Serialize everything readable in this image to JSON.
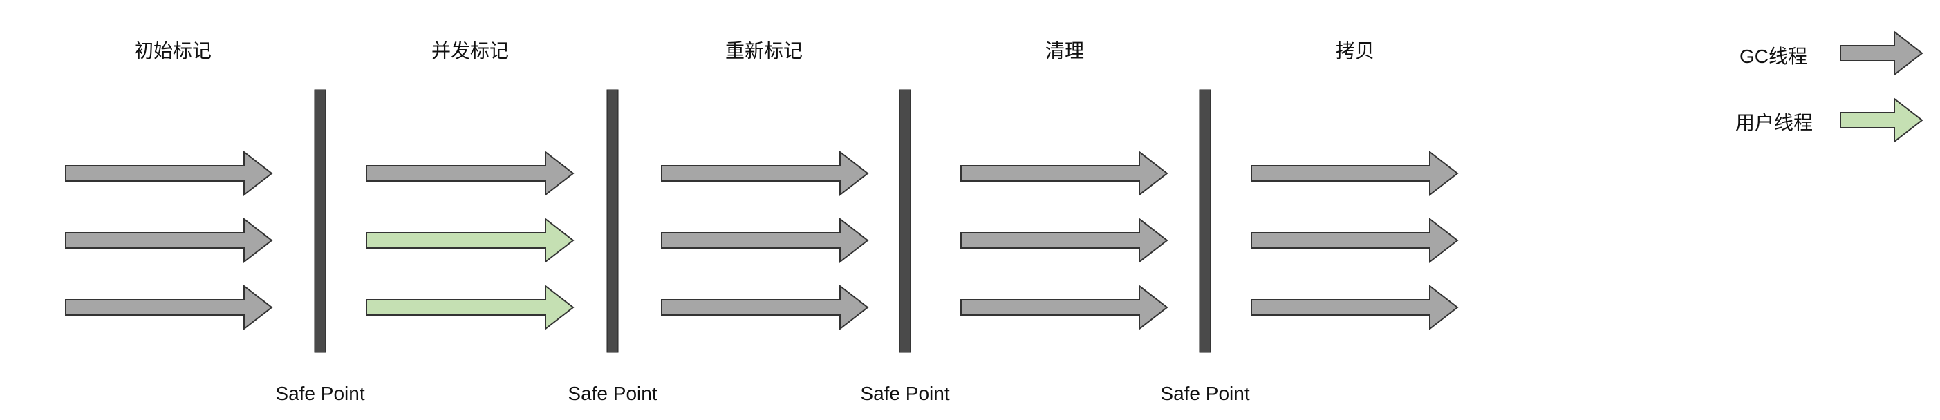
{
  "phases": [
    {
      "title": "初始标记",
      "threads": [
        "gc",
        "gc",
        "gc"
      ]
    },
    {
      "title": "并发标记",
      "threads": [
        "gc",
        "user",
        "user"
      ]
    },
    {
      "title": "重新标记",
      "threads": [
        "gc",
        "gc",
        "gc"
      ]
    },
    {
      "title": "清理",
      "threads": [
        "gc",
        "gc",
        "gc"
      ]
    },
    {
      "title": "拷贝",
      "threads": [
        "gc",
        "gc",
        "gc"
      ]
    }
  ],
  "safe_points": [
    {
      "label": "Safe Point"
    },
    {
      "label": "Safe Point"
    },
    {
      "label": "Safe Point"
    },
    {
      "label": "Safe Point"
    }
  ],
  "legend": [
    {
      "label": "GC线程",
      "kind": "gc"
    },
    {
      "label": "用户线程",
      "kind": "user"
    }
  ],
  "colors": {
    "gc_fill": "#a6a6a6",
    "user_fill": "#c5e0b3",
    "arrow_stroke": "#333333",
    "safe_point_bar": "#4a4a4a",
    "text": "#111111"
  }
}
